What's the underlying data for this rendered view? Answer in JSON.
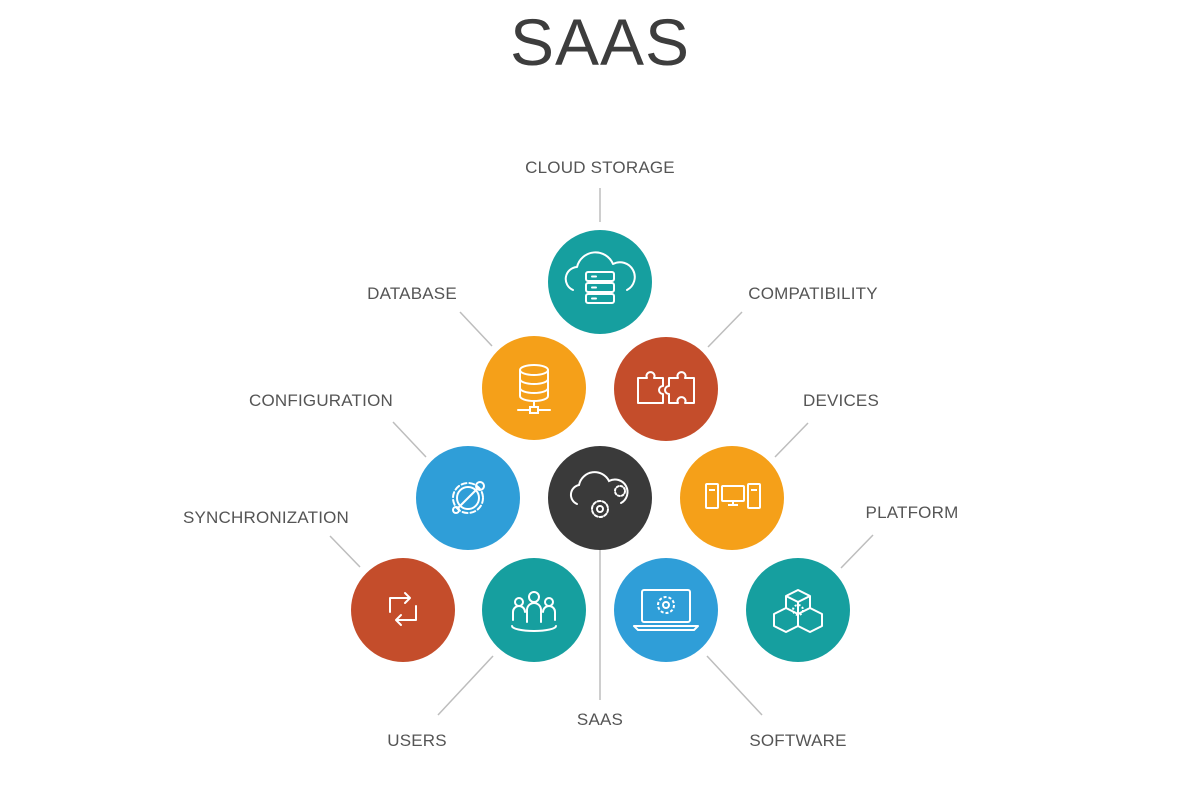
{
  "title": "SAAS",
  "labels": {
    "cloud_storage": "CLOUD STORAGE",
    "database": "DATABASE",
    "compatibility": "COMPATIBILITY",
    "configuration": "CONFIGURATION",
    "devices": "DEVICES",
    "synchronization": "SYNCHRONIZATION",
    "platform": "PLATFORM",
    "users": "USERS",
    "saas": "SAAS",
    "software": "SOFTWARE"
  },
  "colors": {
    "teal": "#169f9f",
    "orange": "#f5a019",
    "rust": "#c44d2b",
    "blue": "#2f9ed8",
    "dark": "#3a3a3a",
    "line": "#bdbdbd",
    "text": "#555555"
  },
  "icons": {
    "cloud_storage": "cloud-database-icon",
    "database": "database-icon",
    "compatibility": "puzzle-icon",
    "configuration": "wrench-gear-icon",
    "saas": "cloud-gear-icon",
    "devices": "devices-icon",
    "synchronization": "sync-arrows-icon",
    "users": "users-group-icon",
    "software": "laptop-gear-icon",
    "platform": "cubes-gear-icon"
  }
}
